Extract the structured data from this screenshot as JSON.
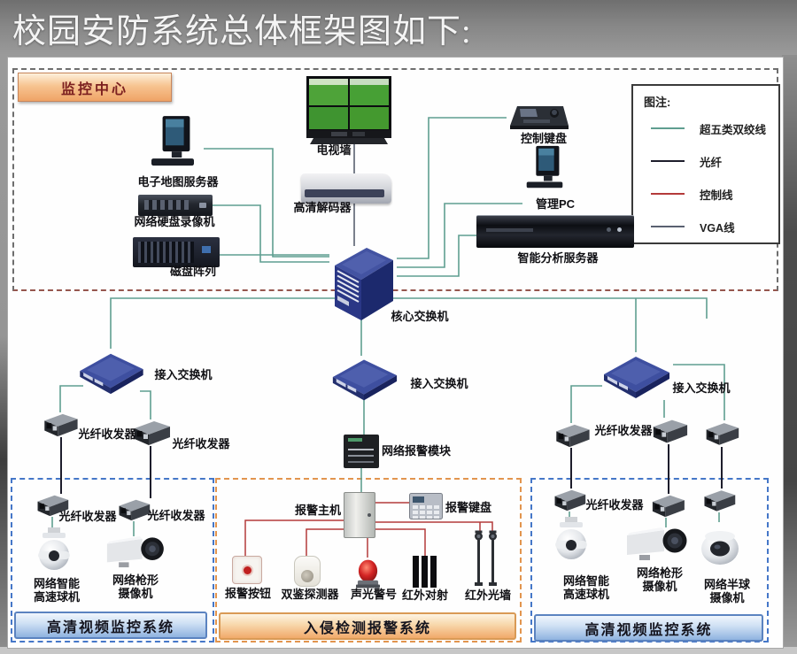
{
  "title": "校园安防系统总体框架图如下:",
  "colors": {
    "utp": "#5f9e90",
    "fiber": "#1d1d2c",
    "control": "#b43a3a",
    "vga": "#596070",
    "banner_orange": "#f1a96a",
    "banner_blue": "#8fb3e0",
    "switch_blue": "#2a3786"
  },
  "monitoring_center": {
    "label": "监控中心"
  },
  "legend": {
    "title": "图注:",
    "items": [
      {
        "type": "utp",
        "label": "超五类双绞线"
      },
      {
        "type": "fiber",
        "label": "光纤"
      },
      {
        "type": "control",
        "label": "控制线"
      },
      {
        "type": "vga",
        "label": "VGA线"
      }
    ]
  },
  "nodes": {
    "map_server": {
      "label": "电子地图服务器"
    },
    "nvr": {
      "label": "网络硬盘录像机"
    },
    "disk_array": {
      "label": "磁盘阵列"
    },
    "tv_wall": {
      "label": "电视墙"
    },
    "decoder": {
      "label": "高清解码器"
    },
    "ctrl_keyboard": {
      "label": "控制键盘"
    },
    "mgmt_pc": {
      "label": "管理PC"
    },
    "analysis_server": {
      "label": "智能分析服务器"
    },
    "core_switch": {
      "label": "核心交换机"
    },
    "acc_switch_left": {
      "label": "接入交换机"
    },
    "acc_switch_mid": {
      "label": "接入交换机"
    },
    "acc_switch_right": {
      "label": "接入交换机"
    },
    "trans_l1": {
      "label": "光纤收发器"
    },
    "trans_l2": {
      "label": "光纤收发器"
    },
    "trans_r1": {
      "label": "光纤收发器"
    },
    "alarm_module": {
      "label": "网络报警模块"
    },
    "trans_bl1": {
      "label": "光纤收发器"
    },
    "trans_bl2": {
      "label": "光纤收发器"
    },
    "dome_left": {
      "label": "网络智能\n高速球机"
    },
    "boxcam_left": {
      "label": "网络枪形\n摄像机"
    },
    "alarm_host": {
      "label": "报警主机"
    },
    "alarm_keypad": {
      "label": "报警键盘"
    },
    "alarm_button": {
      "label": "报警按钮"
    },
    "dual_detector": {
      "label": "双鉴探测器"
    },
    "siren": {
      "label": "声光警号"
    },
    "ir_beam": {
      "label": "红外对射"
    },
    "ir_wall": {
      "label": "红外光墙"
    },
    "trans_br1": {
      "label": "光纤收发器"
    },
    "dome_right": {
      "label": "网络智能\n高速球机"
    },
    "boxcam_right": {
      "label": "网络枪形\n摄像机"
    },
    "mini_dome": {
      "label": "网络半球\n摄像机"
    }
  },
  "sections": {
    "left_video": {
      "title": "高清视频监控系统"
    },
    "intrusion": {
      "title": "入侵检测报警系统"
    },
    "right_video": {
      "title": "高清视频监控系统"
    }
  }
}
